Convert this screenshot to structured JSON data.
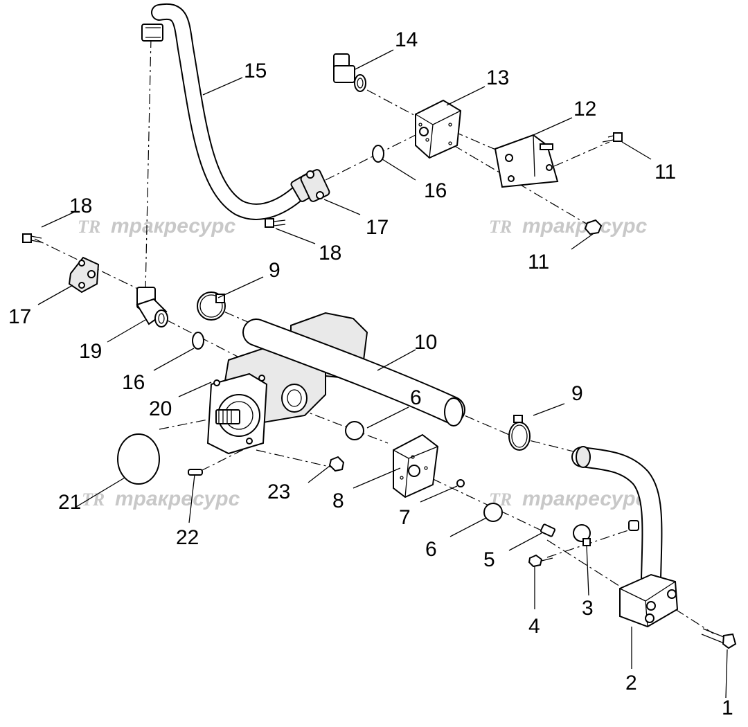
{
  "callouts": {
    "n1": "1",
    "n2": "2",
    "n3": "3",
    "n4": "4",
    "n5": "5",
    "n6a": "6",
    "n6b": "6",
    "n7": "7",
    "n8": "8",
    "n9a": "9",
    "n9b": "9",
    "n10": "10",
    "n11a": "11",
    "n11b": "11",
    "n12": "12",
    "n13": "13",
    "n14": "14",
    "n15": "15",
    "n16a": "16",
    "n16b": "16",
    "n17a": "17",
    "n17b": "17",
    "n18a": "18",
    "n18b": "18",
    "n19": "19",
    "n20": "20",
    "n21": "21",
    "n22": "22",
    "n23": "23"
  },
  "watermark": {
    "logo": "TR",
    "text": "тракресурс",
    "color": "#c8c8c8"
  }
}
